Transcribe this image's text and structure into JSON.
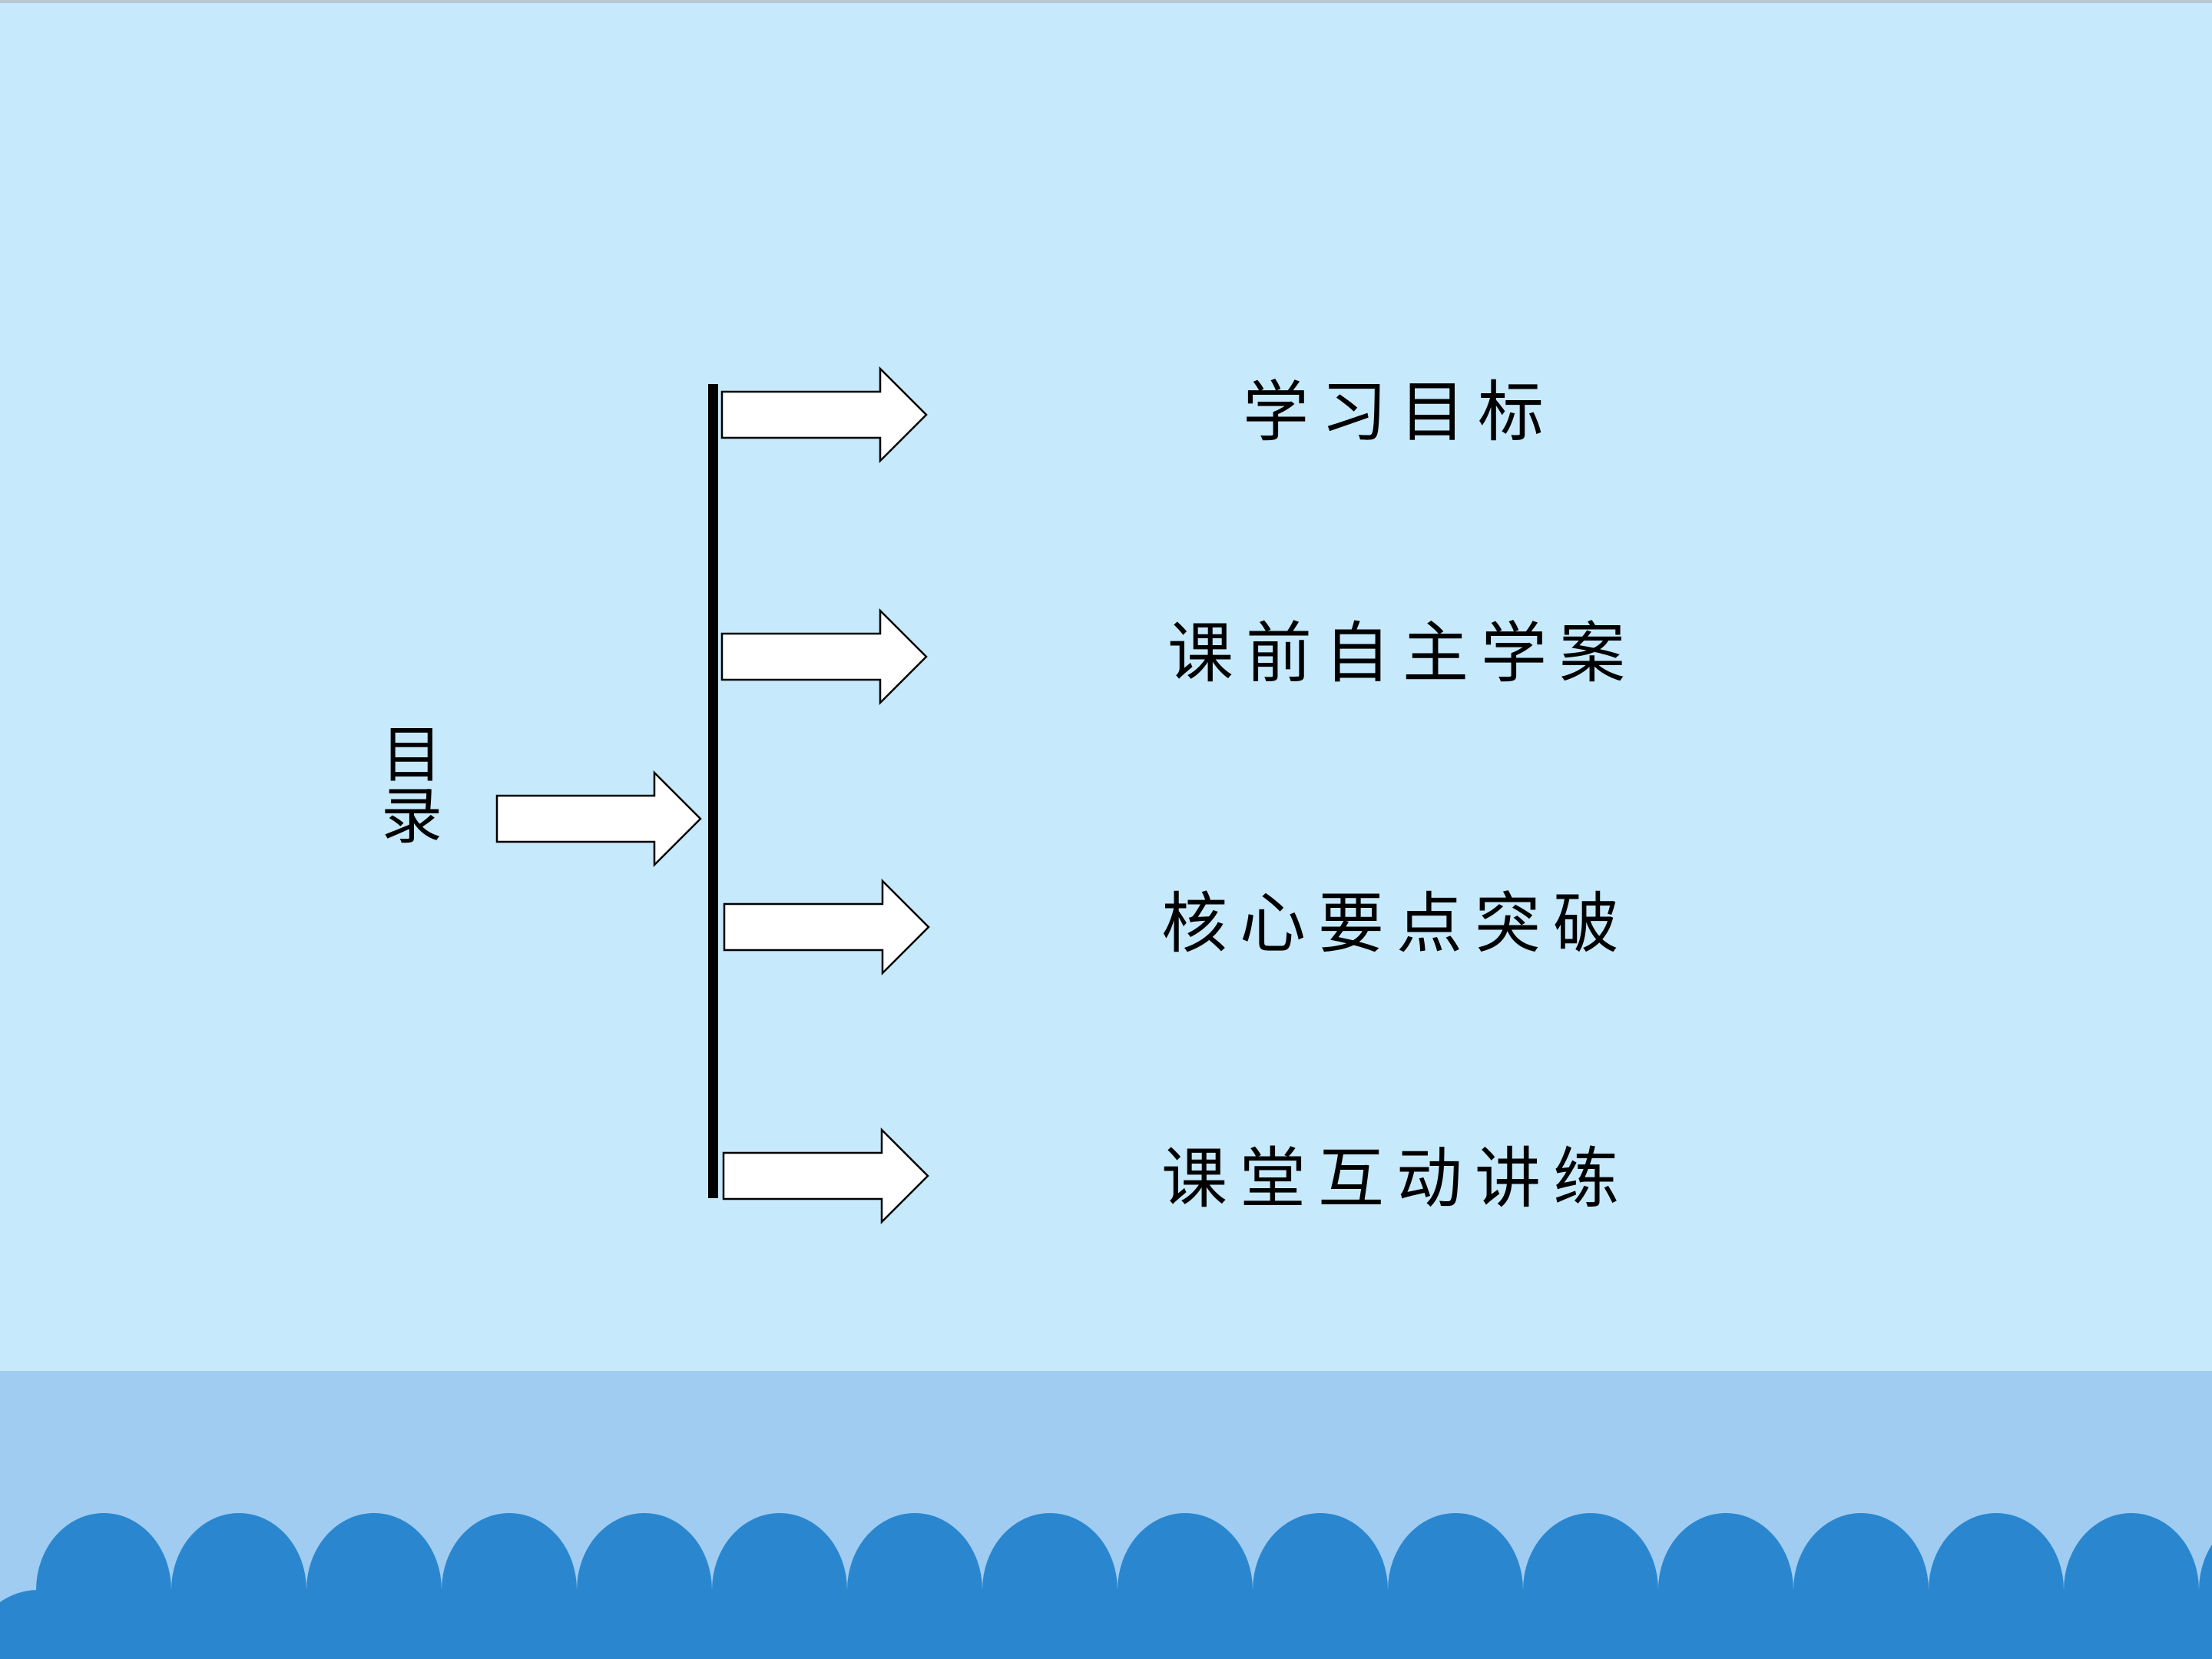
{
  "slide": {
    "root_label": "目录",
    "items": [
      {
        "label": "学习目标"
      },
      {
        "label": "课前自主学案"
      },
      {
        "label": "核心要点突破"
      },
      {
        "label": "课堂互动讲练"
      }
    ]
  },
  "colors": {
    "background": "#c6e9fb",
    "band": "#a0ccf1",
    "wave": "#2a87cf",
    "line": "#000000",
    "arrow_fill": "#ffffff"
  }
}
